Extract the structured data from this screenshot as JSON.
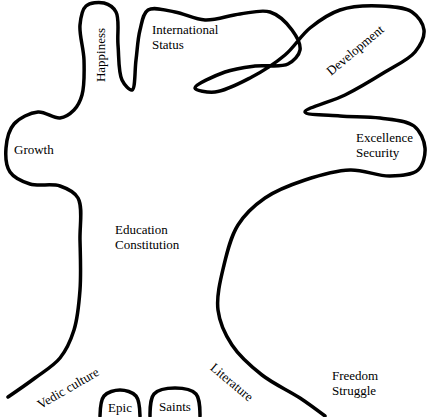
{
  "diagram": {
    "labels": [
      "Happiness",
      "International Status",
      "Development",
      "Growth",
      "Excellence Security",
      "Education Constitution",
      "Vedic culture",
      "Literature",
      "Freedom Struggle",
      "Epic",
      "Saints"
    ]
  }
}
